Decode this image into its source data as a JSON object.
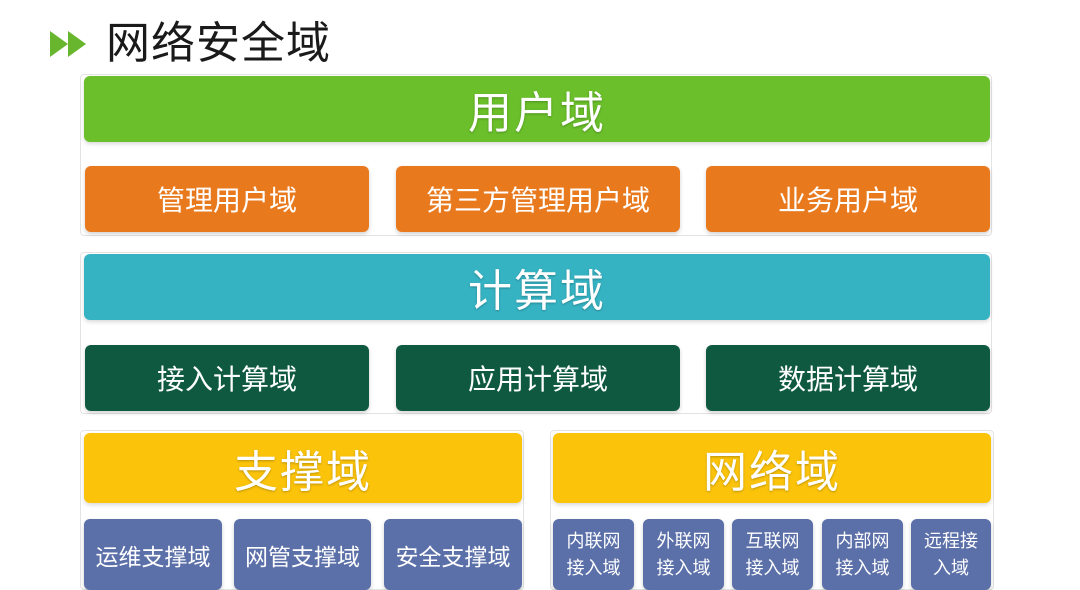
{
  "title": "网络安全域",
  "colors": {
    "arrow": "#67b62e",
    "user_header": "#6abf2a",
    "user_item": "#e9791d",
    "compute_header": "#36b3c3",
    "compute_item": "#0f5941",
    "support_header": "#fbc30a",
    "support_item": "#5b6fa8",
    "network_header": "#fbc30a",
    "network_item": "#5b6fa8"
  },
  "user_domain": {
    "label": "用户域",
    "items": [
      "管理用户域",
      "第三方管理用户域",
      "业务用户域"
    ]
  },
  "compute_domain": {
    "label": "计算域",
    "items": [
      "接入计算域",
      "应用计算域",
      "数据计算域"
    ]
  },
  "support_domain": {
    "label": "支撑域",
    "items": [
      "运维支撑域",
      "网管支撑域",
      "安全支撑域"
    ]
  },
  "network_domain": {
    "label": "网络域",
    "items": [
      {
        "line1": "内联网",
        "line2": "接入域"
      },
      {
        "line1": "外联网",
        "line2": "接入域"
      },
      {
        "line1": "互联网",
        "line2": "接入域"
      },
      {
        "line1": "内部网",
        "line2": "接入域"
      },
      {
        "line1": "远程接",
        "line2": "入域"
      }
    ]
  }
}
